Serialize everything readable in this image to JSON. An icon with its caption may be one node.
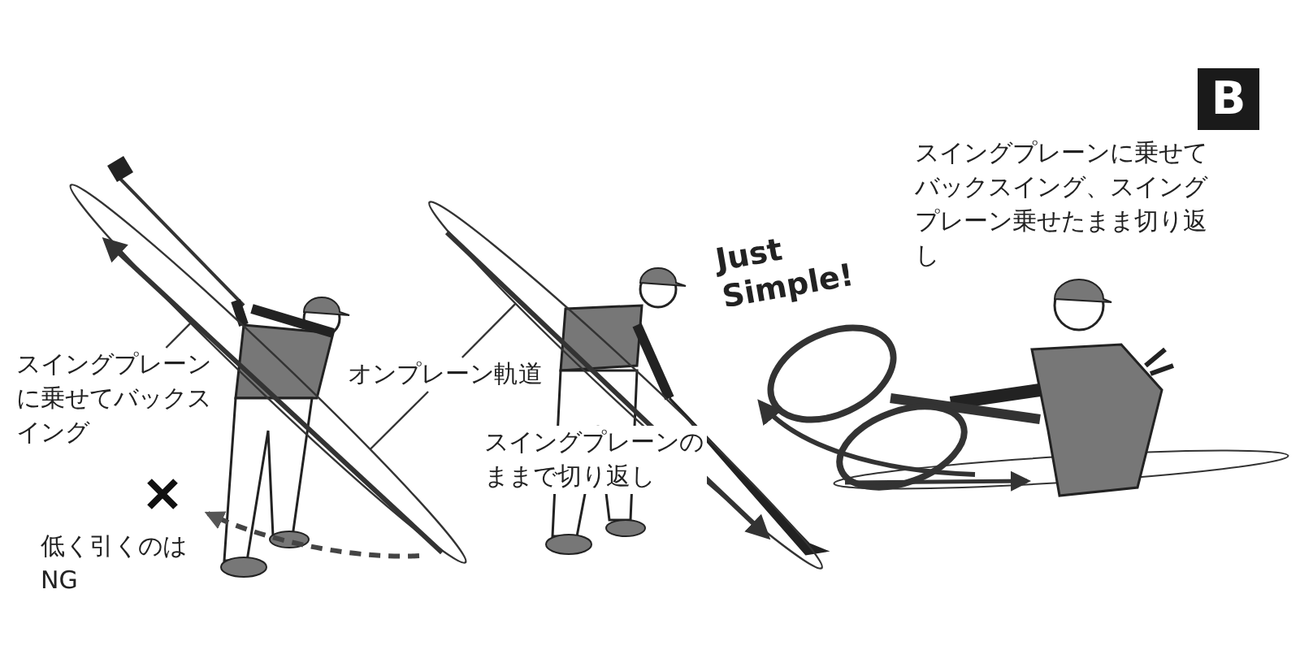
{
  "diagram": {
    "nodes": [
      {
        "text": [
          "B"
        ]
      },
      {
        "text": [
          "スイングプレーンに乗せてバックスイング"
        ]
      },
      {
        "text": [
          "オンプレーン軌道"
        ]
      },
      {
        "text": [],
        "shape": "ellipse"
      },
      {
        "text": [],
        "shape": "ellipse"
      }
    ],
    "edges": [
      {
        "from": 1,
        "to": 3,
        "arrow": "none"
      },
      {
        "from": 2,
        "to": 3,
        "arrow": "none"
      },
      {
        "from": 2,
        "to": 4,
        "arrow": "none"
      }
    ],
    "labels": [
      "スイングプレーンに乗せてバックスイング、スイングプレーン乗せたまま切り返し",
      "Just Simple!",
      "スイングプレーンのままで切り返し",
      "低く引くのはNG"
    ]
  }
}
